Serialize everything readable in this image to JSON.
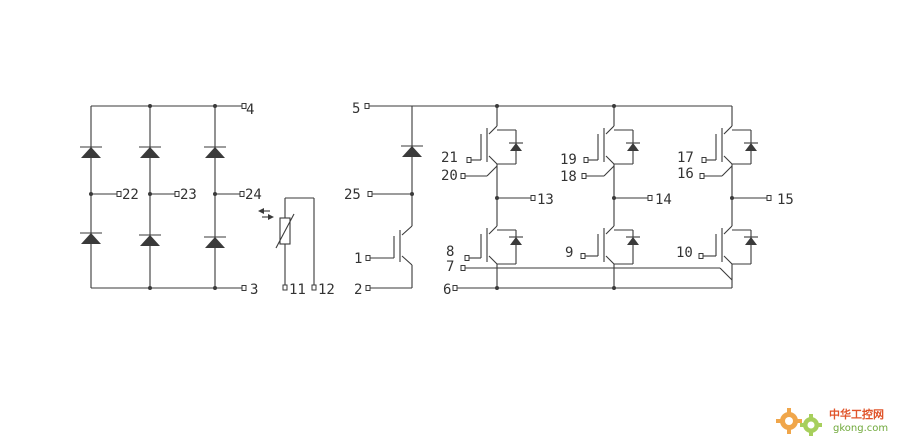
{
  "diagram": {
    "colors": {
      "line": "#3a3a3a",
      "text": "#333333",
      "background": "#ffffff"
    },
    "rectifier_pins": {
      "dc_plus": "4",
      "dc_minus": "3",
      "ac1": "22",
      "ac2": "23",
      "ac3": "24"
    },
    "ntc_pins": {
      "a": "11",
      "b": "12"
    },
    "brake_pins": {
      "collector": "25",
      "gate": "1",
      "emitter": "2",
      "dc_plus": "5"
    },
    "inverter_pins": {
      "dc_minus": "6",
      "u_out": "13",
      "v_out": "14",
      "w_out": "15",
      "u_high_gate": "21",
      "u_high_aux": "20",
      "v_high_gate": "19",
      "v_high_aux": "18",
      "w_high_gate": "17",
      "w_high_aux": "16",
      "u_low_gate": "8",
      "u_low_aux": "7",
      "v_low_gate": "9",
      "w_low_gate": "10"
    }
  },
  "watermark": {
    "name": "中华工控网",
    "url": "gkong.com"
  }
}
